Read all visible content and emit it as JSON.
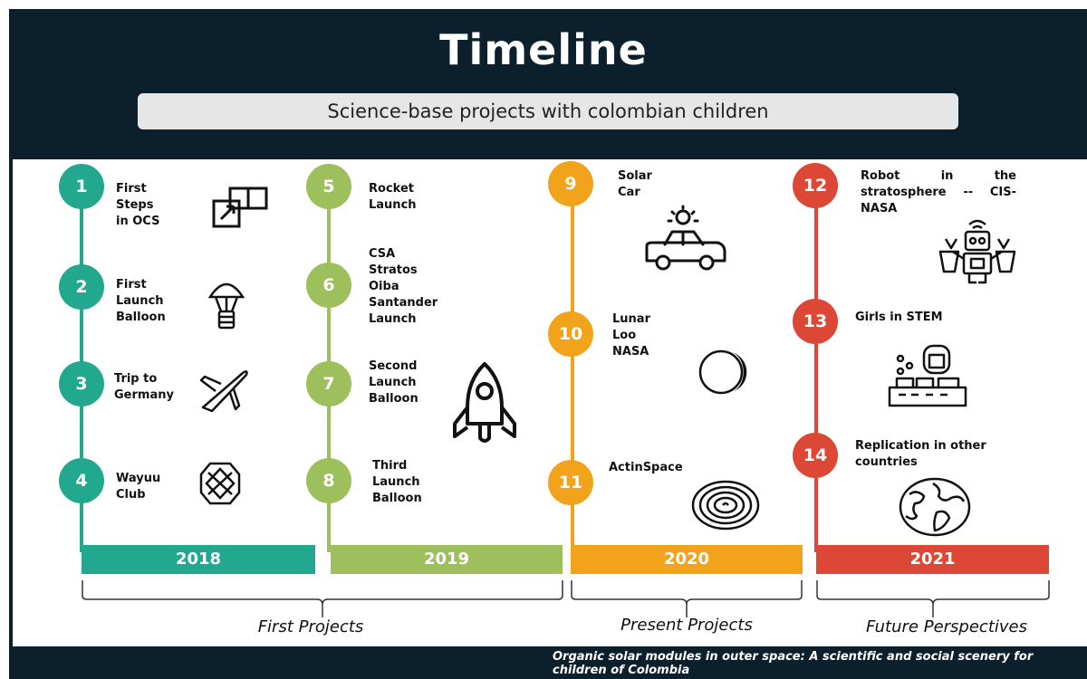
{
  "header": {
    "title": "Timeline",
    "subtitle": "Science-base projects with colombian children"
  },
  "colors": {
    "teal": "#22a88e",
    "green": "#9dbf5c",
    "orange": "#f2a31c",
    "red": "#dd4735",
    "dark": "#0c1f2c"
  },
  "years": [
    {
      "label": "2018",
      "color": "#22a88e"
    },
    {
      "label": "2019",
      "color": "#9dbf5c"
    },
    {
      "label": "2020",
      "color": "#f2a31c"
    },
    {
      "label": "2021",
      "color": "#dd4735"
    }
  ],
  "milestones": [
    {
      "num": "1",
      "label": "First\nSteps\nin OCS",
      "icon": "puzzle-icon"
    },
    {
      "num": "2",
      "label": "First\nLaunch\nBalloon",
      "icon": "parachute-icon"
    },
    {
      "num": "3",
      "label": "Trip to\nGermany",
      "icon": "airplane-icon"
    },
    {
      "num": "4",
      "label": "Wayuu\nClub",
      "icon": "woven-pattern-icon"
    },
    {
      "num": "5",
      "label": "Rocket\nLaunch",
      "icon": ""
    },
    {
      "num": "6",
      "label": "CSA\nStratos\nOiba\nSantander\nLaunch",
      "icon": ""
    },
    {
      "num": "7",
      "label": "Second\nLaunch\nBalloon",
      "icon": "rocket-icon"
    },
    {
      "num": "8",
      "label": "Third\nLaunch\nBalloon",
      "icon": ""
    },
    {
      "num": "9",
      "label": "Solar\nCar",
      "icon": "solar-car-icon"
    },
    {
      "num": "10",
      "label": "Lunar\nLoo\nNASA",
      "icon": "moon-icon"
    },
    {
      "num": "11",
      "label": "ActinSpace",
      "icon": "spiral-icon"
    },
    {
      "num": "12",
      "label": "Robot in the stratosphere -- CIS-NASA",
      "icon": "robot-icon"
    },
    {
      "num": "13",
      "label": "Girls in STEM",
      "icon": "lab-machine-icon"
    },
    {
      "num": "14",
      "label": "Replication in other countries",
      "icon": "globe-icon"
    }
  ],
  "groups": [
    {
      "label": "First Projects"
    },
    {
      "label": "Present Projects"
    },
    {
      "label": "Future Perspectives"
    }
  ],
  "footer": {
    "line1": "Organic solar modules in outer space: A scientific and social scenery for",
    "line2": "children of Colombia"
  }
}
